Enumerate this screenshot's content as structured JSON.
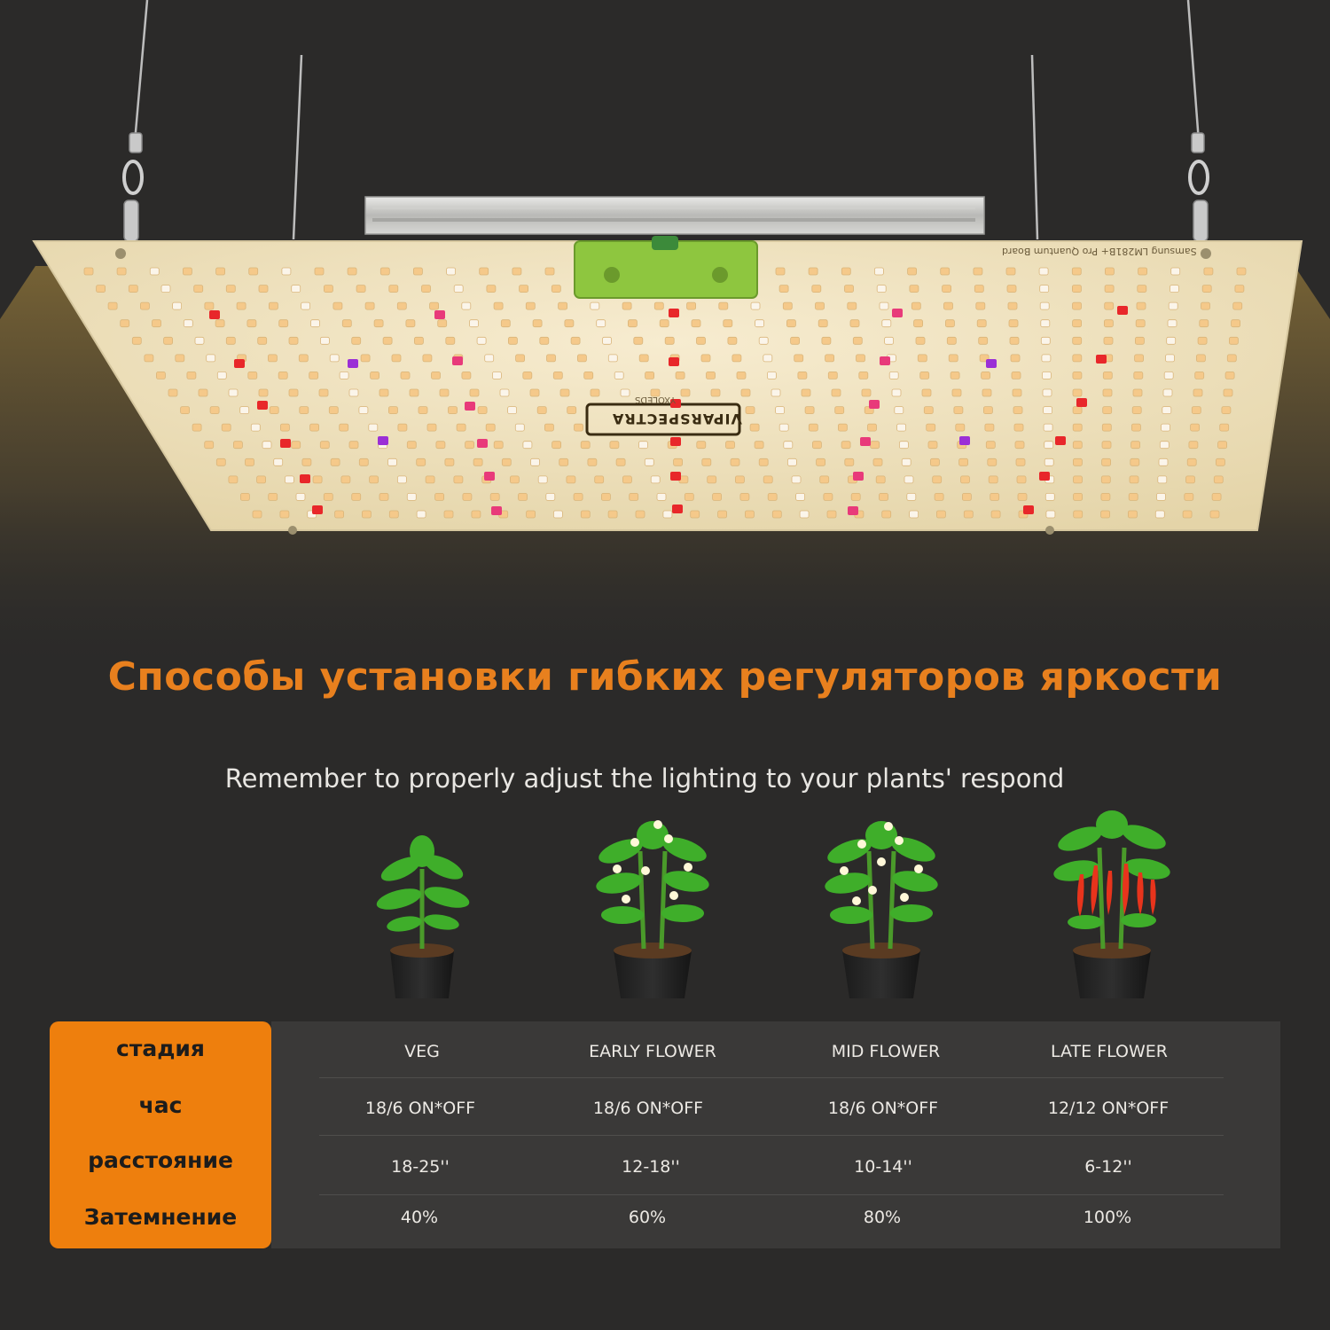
{
  "board": {
    "label": "Samsung LM281B+ Pro Quantum Board",
    "brand": "VIPARSPECTRA",
    "brand_sub": "YXOLEDS"
  },
  "headline": "Способы установки гибких регуляторов яркости",
  "subheadline": "Remember to properly adjust the lighting to your plants' respond",
  "table": {
    "row_labels": [
      "стадия",
      "час",
      "расстояние",
      "Затемнение"
    ],
    "columns": [
      {
        "stage": "VEG",
        "hours": "18/6 ON*OFF",
        "distance": "18-25''",
        "dimming": "40%"
      },
      {
        "stage": "EARLY FLOWER",
        "hours": "18/6 ON*OFF",
        "distance": "12-18''",
        "dimming": "60%"
      },
      {
        "stage": "MID FLOWER",
        "hours": "18/6 ON*OFF",
        "distance": "10-14''",
        "dimming": "80%"
      },
      {
        "stage": "LATE FLOWER",
        "hours": "12/12 ON*OFF",
        "distance": "6-12''",
        "dimming": "100%"
      }
    ]
  },
  "colors": {
    "accent": "#ee7f0d",
    "headline": "#e8801e",
    "background": "#2b2a29",
    "table_bg": "#3a3938"
  },
  "icons": [
    "grow-light-panel",
    "veg-plant-icon",
    "early-flower-plant-icon",
    "mid-flower-plant-icon",
    "late-flower-plant-icon"
  ]
}
